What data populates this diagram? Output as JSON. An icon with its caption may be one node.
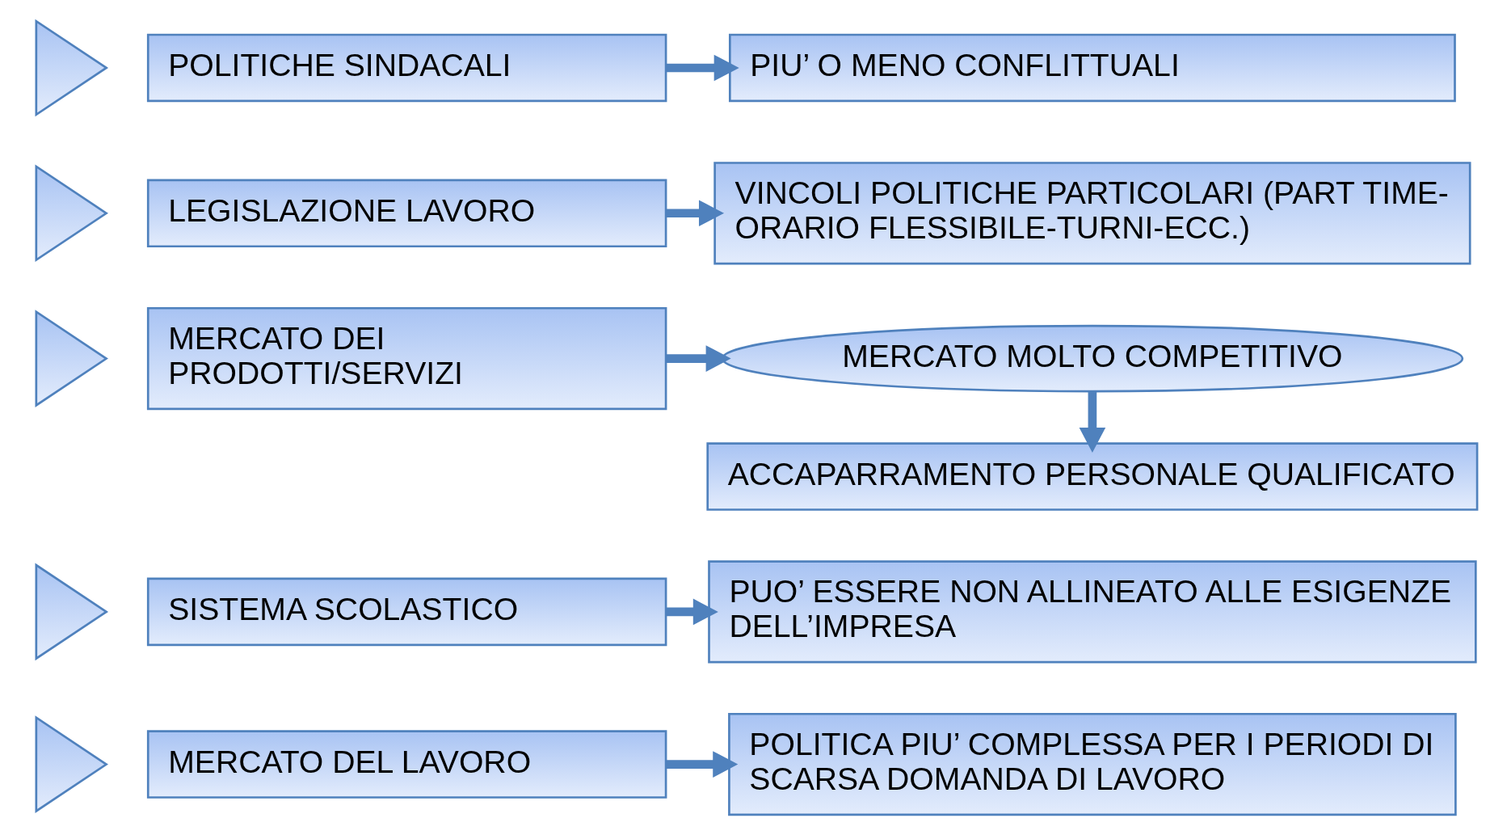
{
  "diagram": {
    "nodes": [
      {
        "text": [],
        "shape": "triangle"
      },
      {
        "text": [
          "MERCATO DEL LAVORO"
        ]
      },
      {
        "text": [
          "POLITICA PIU’ COMPLESSA PER I PERIODI DI SCARSA DOMANDA DI LAVORO"
        ]
      },
      {
        "text": [],
        "shape": "triangle"
      },
      {
        "text": [
          "SISTEMA SCOLASTICO"
        ]
      },
      {
        "text": [
          "PUO’ ESSERE NON ALLINEATO ALLE ESIGENZE DELL’IMPRESA"
        ]
      },
      {
        "text": [],
        "shape": "triangle"
      },
      {
        "text": [
          "MERCATO DEI PRODOTTI/SERVIZI"
        ]
      },
      {
        "text": [
          "MERCATO MOLTO COMPETITIVO"
        ]
      },
      {
        "text": [
          "ACCAPARRAMENTO PERSONALE QUALIFICATO"
        ]
      },
      {
        "text": [],
        "shape": "triangle"
      },
      {
        "text": [
          "LEGISLAZIONE LAVORO"
        ]
      },
      {
        "text": [
          "VINCOLI POLITICHE PARTICOLARI (PART TIME-ORARIO FLESSIBILE-TURNI-ECC.)"
        ]
      },
      {
        "text": [],
        "shape": "triangle"
      },
      {
        "text": [
          "POLITICHE SINDACALI"
        ]
      },
      {
        "text": [
          "PIU’ O MENO CONFLITTUALI"
        ]
      }
    ],
    "edges": [
      {
        "from": 1,
        "to": 2,
        "arrow": "to"
      },
      {
        "from": 4,
        "to": 5,
        "arrow": "to"
      },
      {
        "from": 7,
        "to": 8,
        "arrow": "to"
      },
      {
        "from": 8,
        "to": 9,
        "arrow": "to"
      },
      {
        "from": 11,
        "to": 12,
        "arrow": "to"
      },
      {
        "from": 14,
        "to": 15,
        "arrow": "to"
      }
    ]
  }
}
